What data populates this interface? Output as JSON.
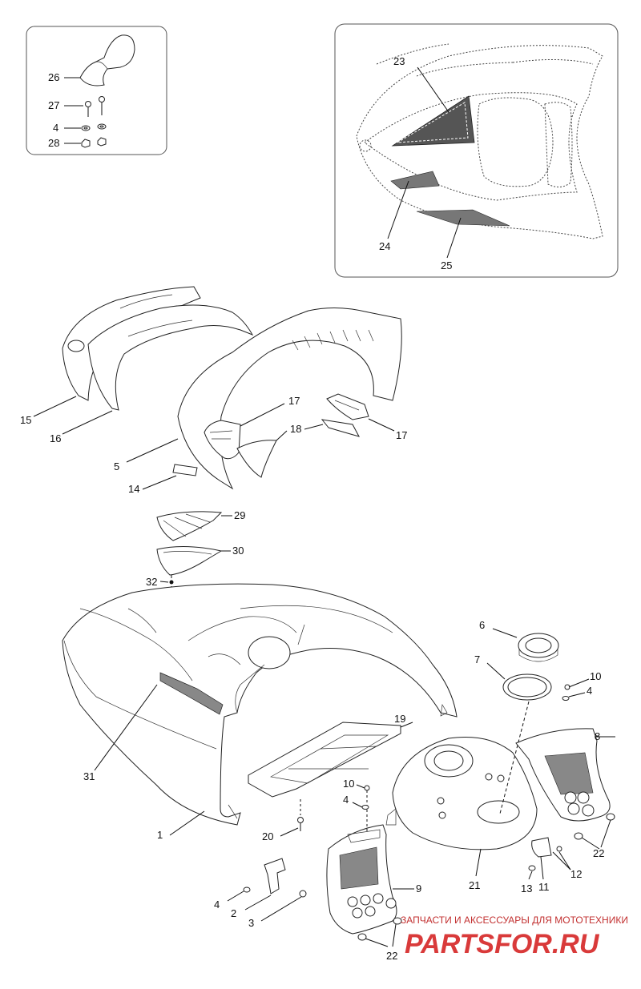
{
  "labels": {
    "l1": "1",
    "l2": "2",
    "l3": "3",
    "l4a": "4",
    "l4b": "4",
    "l4c": "4",
    "l4d": "4",
    "l5": "5",
    "l6": "6",
    "l7": "7",
    "l8": "8",
    "l9": "9",
    "l10a": "10",
    "l10b": "10",
    "l11": "11",
    "l12": "12",
    "l13": "13",
    "l14": "14",
    "l15": "15",
    "l16": "16",
    "l17a": "17",
    "l17b": "17",
    "l18": "18",
    "l19": "19",
    "l20": "20",
    "l21": "21",
    "l22a": "22",
    "l22b": "22",
    "l23": "23",
    "l24": "24",
    "l25": "25",
    "l26": "26",
    "l27": "27",
    "l28": "28",
    "l29": "29",
    "l30": "30",
    "l31": "31",
    "l32": "32"
  },
  "watermark": {
    "subtitle": "ЗАПЧАСТИ И АКСЕССУАРЫ ДЛЯ МОТОТЕХНИКИ",
    "brand": "PARTSFOR.RU",
    "color": "#d93a3a"
  }
}
